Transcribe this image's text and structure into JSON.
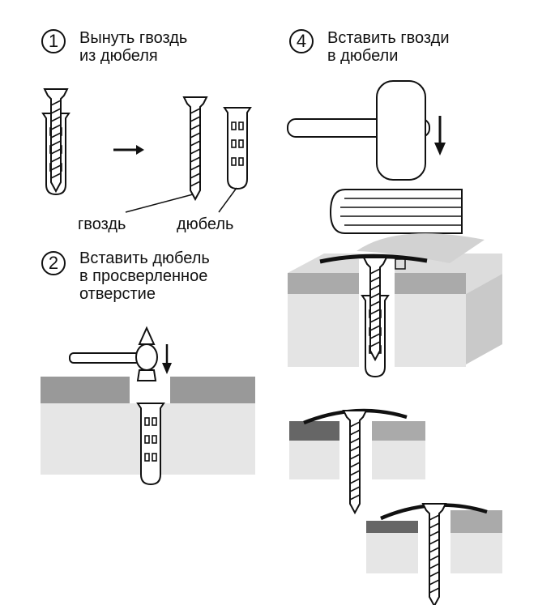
{
  "steps": [
    {
      "num": "1",
      "title": "Вынуть гвоздь\nиз дюбеля"
    },
    {
      "num": "2",
      "title": "Вставить дюбель\nв просверленное\nотверстие"
    },
    {
      "num": "4",
      "title": "Вставить гвозди\nв дюбели"
    }
  ],
  "labels": {
    "nail": "гвоздь",
    "dowel": "дюбель"
  }
}
